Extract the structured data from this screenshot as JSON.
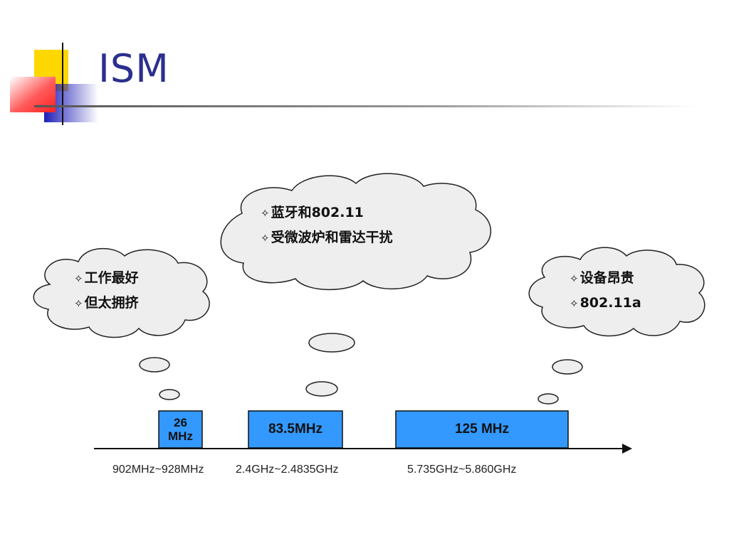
{
  "slide": {
    "title": "ISM"
  },
  "clouds": [
    {
      "lines": [
        "工作最好",
        "但太拥挤"
      ]
    },
    {
      "lines": [
        "蓝牙和802.11",
        "受微波炉和雷达干扰"
      ]
    },
    {
      "lines": [
        "设备昂贵",
        "802.11a"
      ]
    }
  ],
  "bullet_glyph": "✧",
  "bands": [
    {
      "label_line1": "26",
      "label_line2": "MHz",
      "range": "902MHz~928MHz"
    },
    {
      "label": "83.5MHz",
      "range": "2.4GHz~2.4835GHz"
    },
    {
      "label": "125 MHz",
      "range": "5.735GHz~5.860GHz"
    }
  ],
  "colors": {
    "title": "#2b2f8f",
    "band_fill": "#3399ff",
    "cloud_fill": "#eeeeee",
    "accent_yellow": "#ffd700",
    "accent_blue": "#2222bb",
    "accent_red": "#ff4a4a"
  }
}
